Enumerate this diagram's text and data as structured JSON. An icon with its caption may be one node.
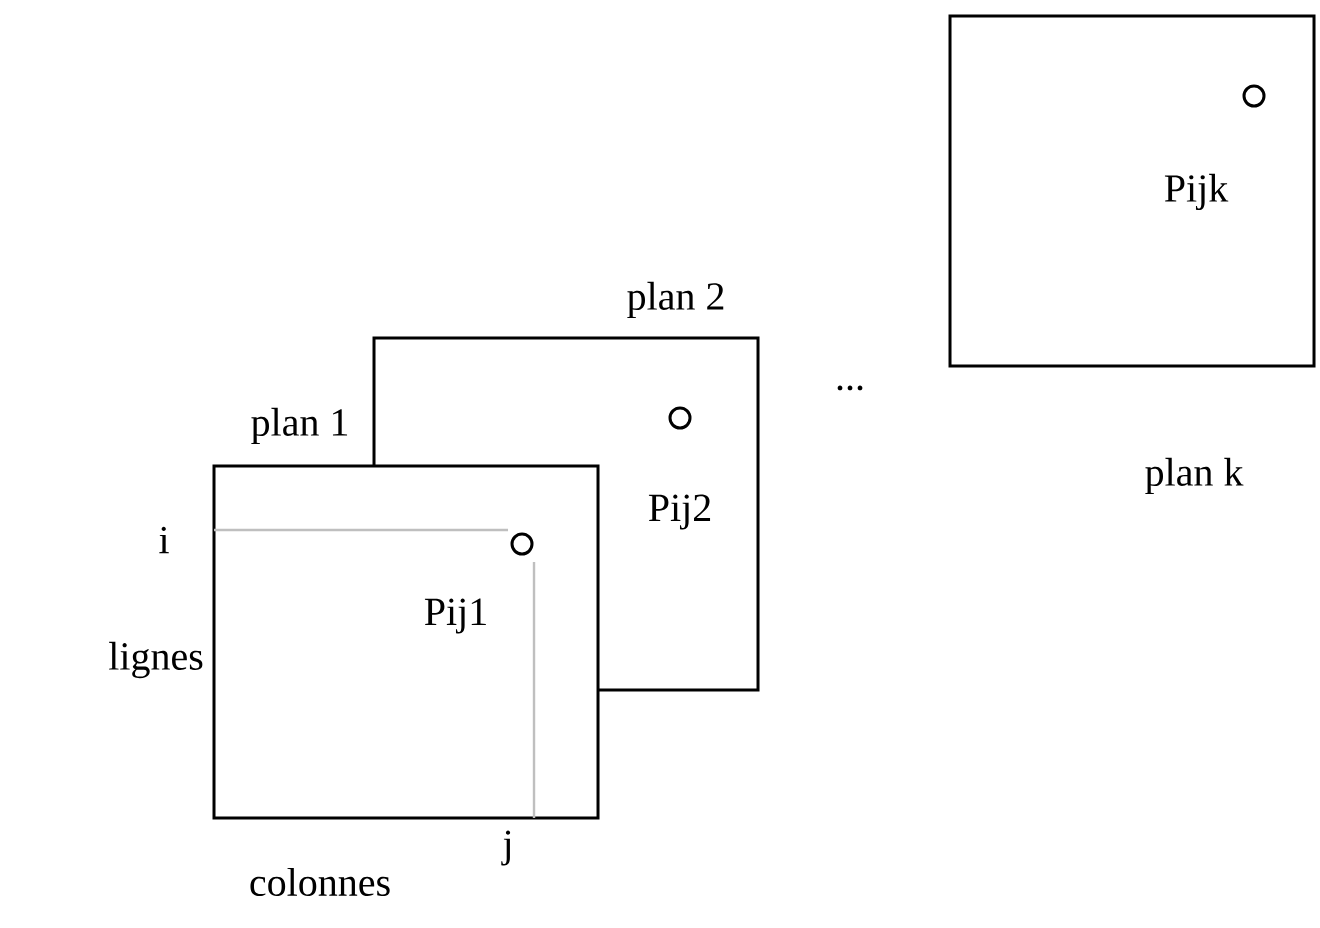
{
  "diagram": {
    "nodes": [
      {
        "text": [
          "Pijk"
        ],
        "beside": [
          "plan k"
        ]
      },
      {
        "text": [
          "plan 2",
          "Pij2"
        ]
      },
      {
        "text": [
          "plan 1",
          "Pij1"
        ]
      }
    ],
    "labels": [
      "...",
      "i",
      "lignes",
      "j",
      "colonnes"
    ]
  }
}
